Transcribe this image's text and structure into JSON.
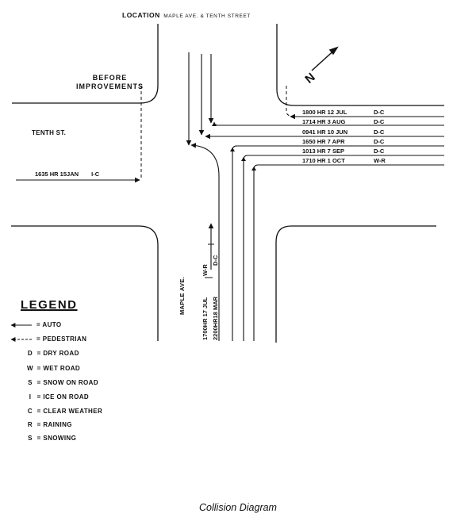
{
  "header": {
    "location_label": "LOCATION",
    "location_value": "MAPLE AVE. & TENTH STREET"
  },
  "before_label": [
    "BEFORE",
    "IMPROVEMENTS"
  ],
  "street_tenth": "TENTH ST.",
  "street_maple": "MAPLE AVE.",
  "pedestrian_record": {
    "time": "1635 HR 15JAN",
    "code": "I-C"
  },
  "east_records": [
    {
      "time": "1800 HR 12 JUL",
      "code": "D-C"
    },
    {
      "time": "1714 HR 3 AUG",
      "code": "D-C"
    },
    {
      "time": "0941 HR 10 JUN",
      "code": "D-C"
    },
    {
      "time": "1650 HR 7 APR",
      "code": "D-C"
    },
    {
      "time": "1013 HR 7 SEP",
      "code": "D-C"
    },
    {
      "time": "1710 HR 1 OCT",
      "code": "W-R"
    }
  ],
  "vertical_records": [
    {
      "time": "1700HR 17 JUL",
      "code": "W-R"
    },
    {
      "time": "2200HR18 MAR",
      "code": "D-C"
    }
  ],
  "legend": {
    "title": "LEGEND",
    "items": [
      {
        "symbol": "auto-arrow",
        "code": "",
        "text": "AUTO"
      },
      {
        "symbol": "pedestrian-arrow",
        "code": "",
        "text": "PEDESTRIAN"
      },
      {
        "symbol": "",
        "code": "D",
        "text": "DRY ROAD"
      },
      {
        "symbol": "",
        "code": "W",
        "text": "WET ROAD"
      },
      {
        "symbol": "",
        "code": "S",
        "text": "SNOW ON ROAD"
      },
      {
        "symbol": "",
        "code": "I",
        "text": "ICE ON ROAD"
      },
      {
        "symbol": "",
        "code": "C",
        "text": "CLEAR WEATHER"
      },
      {
        "symbol": "",
        "code": "R",
        "text": "RAINING"
      },
      {
        "symbol": "",
        "code": "S",
        "text": "SNOWING"
      }
    ]
  },
  "caption": "Collision Diagram",
  "colors": {
    "ink": "#111111",
    "background": "#ffffff"
  }
}
